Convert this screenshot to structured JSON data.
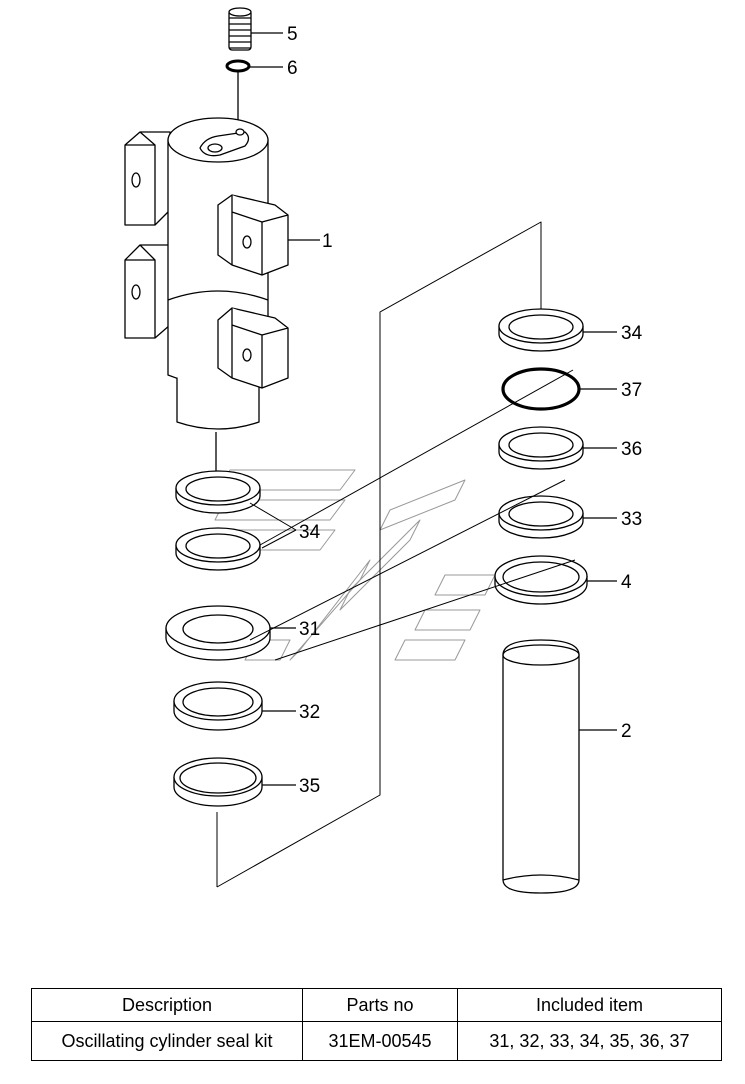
{
  "callouts": {
    "c5": "5",
    "c6": "6",
    "c1": "1",
    "c34_top": "34",
    "c37": "37",
    "c36": "36",
    "c33": "33",
    "c4": "4",
    "c2": "2",
    "c34_left": "34",
    "c31": "31",
    "c32": "32",
    "c35": "35"
  },
  "table": {
    "headers": [
      "Description",
      "Parts no",
      "Included item"
    ],
    "rows": [
      [
        "Oscillating cylinder seal kit",
        "31EM-00545",
        "31, 32, 33, 34, 35, 36, 37"
      ]
    ]
  }
}
